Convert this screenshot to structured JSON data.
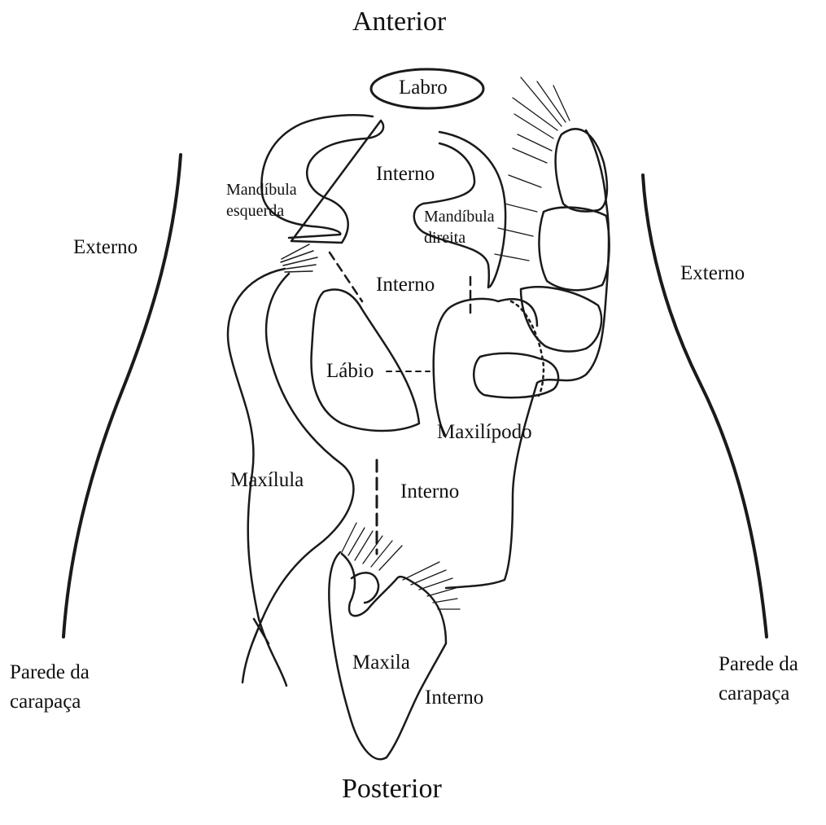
{
  "orientation": {
    "anterior": "Anterior",
    "posterior": "Posterior"
  },
  "labels": {
    "labro": "Labro",
    "mandibula_esquerda": [
      "Mandíbula",
      "esquerda"
    ],
    "mandibula_direita": [
      "Mandíbula",
      "direita"
    ],
    "labio": "Lábio",
    "maxilipodo": "Maxilípodo",
    "maxilula": "Maxílula",
    "maxila": "Maxila",
    "externo_left": "Externo",
    "externo_right": "Externo",
    "interno_top": "Interno",
    "interno_mid": "Interno",
    "interno_lower": "Interno",
    "interno_bottom": "Interno",
    "parede_left": [
      "Parede da",
      "carapaça"
    ],
    "parede_right": [
      "Parede da",
      "carapaça"
    ]
  }
}
